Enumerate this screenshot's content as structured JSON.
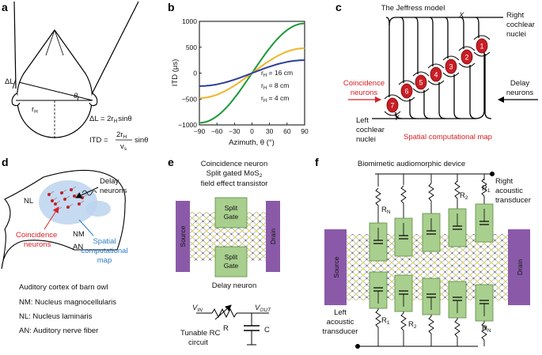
{
  "panels": {
    "a": "a",
    "b": "b",
    "c": "c",
    "d": "d",
    "e": "e",
    "f": "f"
  },
  "panel_a": {
    "delta_l": "ΔL",
    "r_h": "r",
    "r_h_sub": "H",
    "theta": "θ",
    "eq1": "ΔL = 2r",
    "eq1_sub": "H",
    "eq1_tail": "sinθ",
    "eq2_lhs": "ITD =",
    "eq2_num": "2r",
    "eq2_num_sub": "H",
    "eq2_den": "v",
    "eq2_den_sub": "s",
    "eq2_tail": "sinθ"
  },
  "chart_data": {
    "type": "line",
    "xlabel": "Azimuth, θ (°)",
    "ylabel": "ITD (μs)",
    "xlim": [
      -90,
      90
    ],
    "ylim": [
      -1000,
      1000
    ],
    "xticks": [
      "−90",
      "−60",
      "−30",
      "0",
      "30",
      "60",
      "90"
    ],
    "yticks": [
      "1000",
      "500",
      "0",
      "−500",
      "−1000"
    ],
    "series": [
      {
        "name": "r",
        "sub": "H",
        "tail": " = 16 cm",
        "amplitude": 960,
        "color": "#1d9a3a"
      },
      {
        "name": "r",
        "sub": "H",
        "tail": " = 8 cm",
        "amplitude": 480,
        "color": "#f0b429"
      },
      {
        "name": "r",
        "sub": "H",
        "tail": " = 4 cm",
        "amplitude": 250,
        "color": "#2b3d9a"
      }
    ]
  },
  "panel_c": {
    "title": "The Jeffress model",
    "x_label": "X",
    "y_label": "Y",
    "right_nuclei": [
      "Right",
      "cochlear",
      "nuclei"
    ],
    "left_nuclei": [
      "Left",
      "cochlear",
      "nuclei"
    ],
    "coincidence": [
      "Coincidence",
      "neurons"
    ],
    "delay": [
      "Delay",
      "neurons"
    ],
    "map_label": "Spatial computational map",
    "neurons": [
      "1",
      "2",
      "3",
      "4",
      "5",
      "6",
      "7"
    ]
  },
  "panel_d": {
    "delay": [
      "Delay",
      "neurons"
    ],
    "nl": "NL",
    "nm": "NM",
    "an": "AN",
    "coincidence": [
      "Coincidence",
      "neurons"
    ],
    "spatial": [
      "Spatial",
      "computational",
      "map"
    ],
    "caption": [
      "Auditory cortex of barn owl",
      "NM: Nucleus magnocellularis",
      "NL: Nucleus laminaris",
      "AN: Auditory nerve fiber"
    ]
  },
  "panel_e": {
    "header": [
      "Coincidence neuron",
      "Split gated MoS",
      "2",
      "field effect transistor"
    ],
    "source": "Source",
    "drain": "Drain",
    "gate": [
      "Split",
      "Gate"
    ],
    "delay_neuron": "Delay neuron",
    "vin": "V",
    "vin_sub": "IN",
    "vout": "V",
    "vout_sub": "OUT",
    "r": "R",
    "c": "C",
    "rc": [
      "Tunable RC",
      "circuit"
    ]
  },
  "panel_f": {
    "title": "Biomimetic audiomorphic device",
    "right": [
      "Right",
      "acoustic",
      "transducer"
    ],
    "left": [
      "Left",
      "acoustic",
      "transducer"
    ],
    "source": "Source",
    "drain": "Drain",
    "r_top": [
      [
        "R",
        "N"
      ],
      [
        "R",
        "2"
      ],
      [
        "R",
        "1"
      ]
    ],
    "r_bottom": [
      [
        "R",
        "1"
      ],
      [
        "R",
        "2"
      ],
      [
        "R",
        "N"
      ]
    ]
  }
}
